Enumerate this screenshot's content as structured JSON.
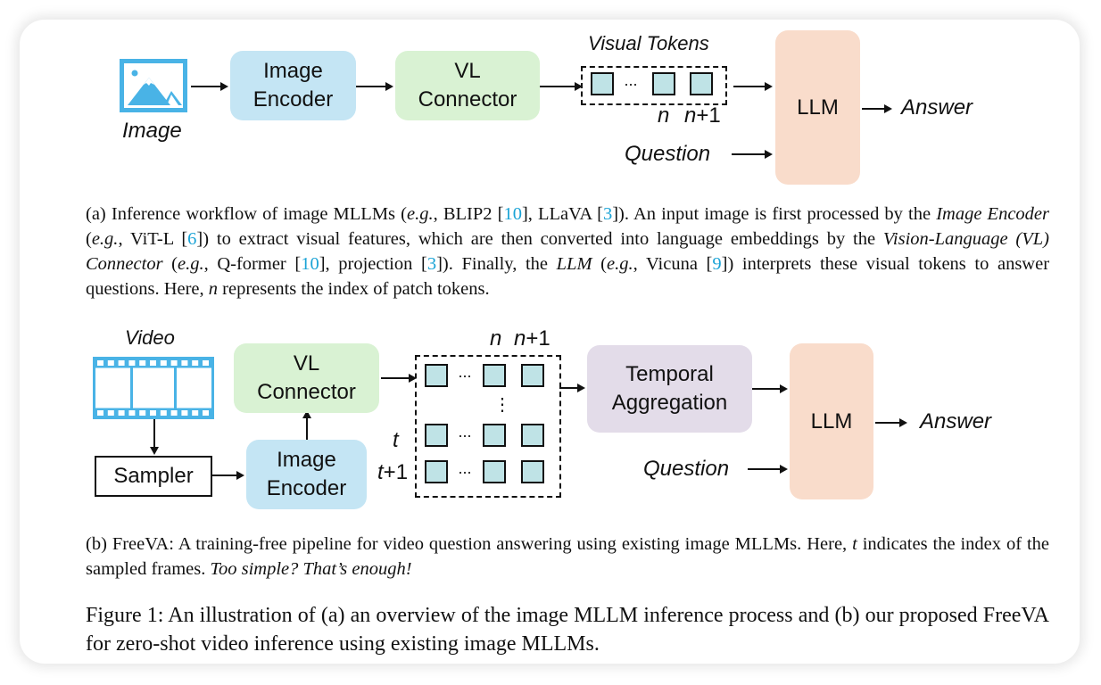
{
  "panel_a": {
    "input_label": "Image",
    "input_icon": "image-icon",
    "image_encoder": [
      "Image",
      "Encoder"
    ],
    "vl_connector": [
      "VL",
      "Connector"
    ],
    "visual_tokens_label": "Visual Tokens",
    "token_ellipsis": "···",
    "token_index_n": "n",
    "token_index_n1_var": "n",
    "token_index_n1_suffix": "+1",
    "llm": "LLM",
    "answer": "Answer",
    "question": "Question"
  },
  "caption_a": {
    "prefix": "(a) Inference workflow of image MLLMs (",
    "eg": "e.g.",
    "p1": ", BLIP2 [",
    "c10": "10",
    "p2": "], LLaVA [",
    "c3": "3",
    "p3": "]). An input image is first processed by the ",
    "image_encoder": "Image Encoder",
    "p4": " (",
    "p5": ", ViT-L [",
    "c6": "6",
    "p6": "]) to extract visual features, which are then converted into language embeddings by the ",
    "vl_connector": "Vision-Language (VL) Connector",
    "p7": ", Q-former [",
    "p8": "], projection [",
    "p9": "]). Finally, the ",
    "llm": "LLM",
    "p10": ", Vicuna [",
    "c9": "9",
    "p11": "]) interprets these visual tokens to answer questions. Here, ",
    "n": "n",
    "p12": " represents the index of patch tokens."
  },
  "panel_b": {
    "input_label": "Video",
    "input_icon": "film-strip-icon",
    "sampler": "Sampler",
    "image_encoder": [
      "Image",
      "Encoder"
    ],
    "vl_connector": [
      "VL",
      "Connector"
    ],
    "token_ellipsis": "···",
    "vertical_ellipsis": "⋮",
    "col_n": "n",
    "col_n1_var": "n",
    "col_n1_suffix": "+1",
    "row_t": "t",
    "row_t1_var": "t",
    "row_t1_suffix": "+1",
    "temporal_aggregation": [
      "Temporal",
      "Aggregation"
    ],
    "llm": "LLM",
    "answer": "Answer",
    "question": "Question"
  },
  "caption_b": {
    "prefix": "(b) FreeVA: A training-free pipeline for video question answering using existing image MLLMs. Here, ",
    "t": "t",
    "mid": " indicates the index of the sampled frames. ",
    "emph": "Too simple? That’s enough!"
  },
  "figure_caption": "Figure 1: An illustration of (a) an overview of the image MLLM inference process and (b) our proposed FreeVA for zero-shot video inference using existing image MLLMs.",
  "colors": {
    "encoder": "#c4e5f4",
    "connector": "#d9f2d3",
    "aggregation": "#e3dce9",
    "llm": "#f9dccb",
    "token": "#bfe3e6",
    "icon": "#49b3e6",
    "citation": "#1aa3d6"
  }
}
